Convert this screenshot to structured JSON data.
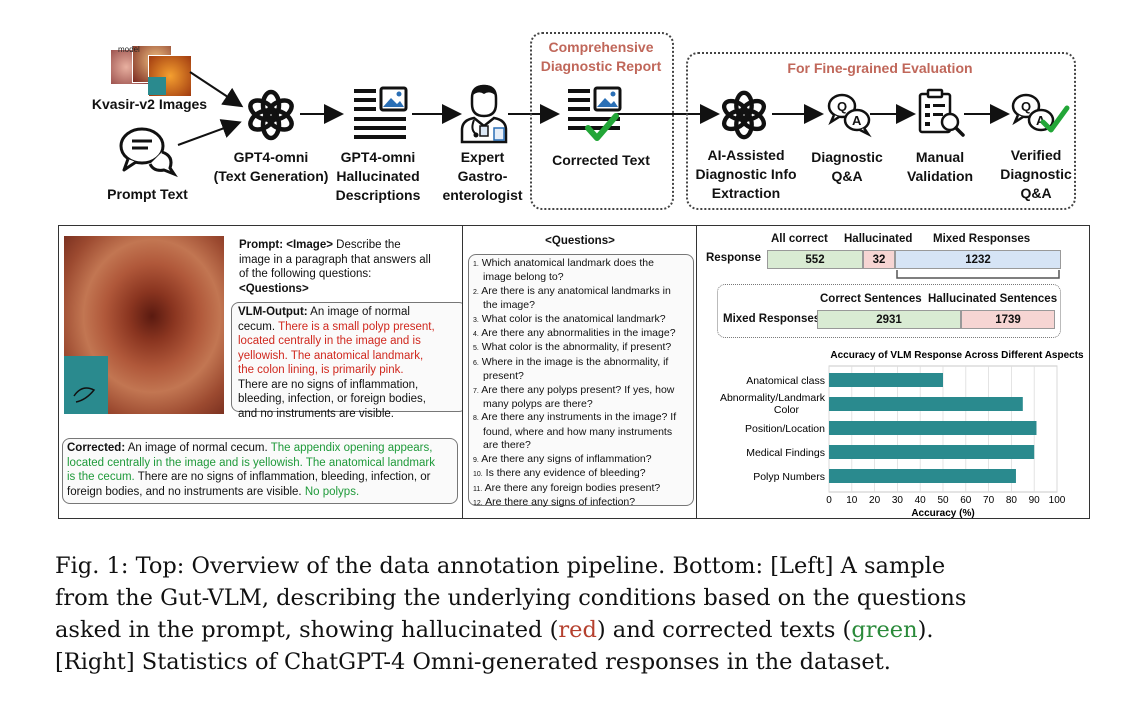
{
  "pipeline": {
    "kasvir_label": "Kvasir-v2 Images",
    "kasvir_tag": "model",
    "prompt_label": "Prompt Text",
    "gpt_text_gen": [
      "GPT4-omni",
      "(Text Generation)"
    ],
    "gpt_halluc": [
      "GPT4-omni",
      "Hallucinated",
      "Descriptions"
    ],
    "expert": [
      "Expert",
      "Gastro-",
      "enterologist"
    ],
    "report_title": [
      "Comprehensive",
      "Diagnostic Report"
    ],
    "corrected_text": "Corrected Text",
    "eval_title": "For Fine-grained  Evaluation",
    "ai_assisted": [
      "AI-Assisted",
      "Diagnostic Info",
      "Extraction"
    ],
    "diag_qa": [
      "Diagnostic",
      "Q&A"
    ],
    "manual": [
      "Manual",
      "Validation"
    ],
    "verified": [
      "Verified",
      "Diagnostic",
      "Q&A"
    ]
  },
  "sample": {
    "prompt_head": "Prompt: <Image>",
    "prompt_line1": " Describe the",
    "prompt_line2": "image in a paragraph that answers all",
    "prompt_line3": "of the following questions:",
    "prompt_line4": "<Questions>",
    "vlm_head": "VLM-Output:",
    "vlm_l1": " An image of normal",
    "vlm_l2": "cecum. ",
    "vlm_r1": "There is a small polyp present,",
    "vlm_r2": "located centrally in the image and is",
    "vlm_r3": "yellowish. The anatomical landmark,",
    "vlm_r4": "the colon lining, is primarily pink.",
    "vlm_n1": "There are no signs of inflammation,",
    "vlm_n2": "bleeding, infection, or foreign bodies,",
    "vlm_n3": "and no instruments are visible.",
    "corr_head": "Corrected:",
    "corr_l1": " An image of normal cecum. ",
    "corr_g1": "The appendix opening appears,",
    "corr_g2": "located centrally in the image and is yellowish. The anatomical landmark",
    "corr_g3": "is the cecum.",
    "corr_n1": " There are no signs of inflammation, bleeding, infection, or",
    "corr_n2": "foreign bodies, and no instruments are visible. ",
    "corr_g4": "No polyps."
  },
  "questions": {
    "title": "<Questions>",
    "items": [
      [
        "1.",
        "Which anatomical landmark does the",
        "image belong to?"
      ],
      [
        "2.",
        "Are there is any anatomical landmarks in",
        "the image?"
      ],
      [
        "3.",
        "What color is the anatomical landmark?"
      ],
      [
        "4.",
        "Are there any abnormalities in the image?"
      ],
      [
        "5.",
        "What color is the abnormality, if present?"
      ],
      [
        "6.",
        "Where in the image is the abnormality, if",
        "present?"
      ],
      [
        "7.",
        "Are there any polyps present? If yes, how",
        "many polyps are there?"
      ],
      [
        "8.",
        "Are there any instruments in the image? If",
        "found, where and how many instruments",
        "are there?"
      ],
      [
        "9.",
        "Are there any signs of inflammation?"
      ],
      [
        "10.",
        "Is there any evidence of bleeding?"
      ],
      [
        "11.",
        "Are there any foreign bodies present?"
      ],
      [
        "12.",
        "Are there any signs of infection?"
      ]
    ]
  },
  "stats": {
    "hdr_all_correct": "All correct",
    "hdr_hallucinated": "Hallucinated",
    "hdr_mixed": "Mixed Responses",
    "response_label": "Response",
    "all_correct": "552",
    "hallucinated": "32",
    "mixed": "1232",
    "hdr_correct_sent": "Correct Sentences",
    "hdr_halluc_sent": "Hallucinated Sentences",
    "mixed_label": "Mixed Responses",
    "correct_sent": "2931",
    "halluc_sent": "1739",
    "colors": {
      "green": "#d9ebd3",
      "red": "#f6d5d3",
      "blue": "#d6e4f5",
      "bar": "#2a8a8e"
    }
  },
  "chart_data": {
    "type": "bar",
    "orientation": "horizontal",
    "title": "Accuracy of VLM Response Across Different Aspects",
    "xlabel": "Accuracy (%)",
    "ylabel": "",
    "categories": [
      "Anatomical class",
      "Abnormality/Landmark Color",
      "Position/Location",
      "Medical Findings",
      "Polyp Numbers"
    ],
    "values": [
      50,
      85,
      91,
      90,
      82
    ],
    "xlim": [
      0,
      100
    ],
    "xticks": [
      "0",
      "10",
      "20",
      "30",
      "40",
      "50",
      "60",
      "70",
      "80",
      "90",
      "100"
    ],
    "grid": true
  },
  "caption": {
    "l1": "Fig. 1: Top: Overview of the data annotation pipeline. Bottom: [Left] A sample",
    "l2": "from the Gut-VLM, describing the underlying conditions based on the questions",
    "l3a": "asked in the prompt, showing hallucinated (",
    "l3red": "red",
    "l3b": ") and corrected texts (",
    "l3green": "green",
    "l3c": ").",
    "l4": "[Right] Statistics of ChatGPT-4 Omni-generated responses in the dataset."
  }
}
